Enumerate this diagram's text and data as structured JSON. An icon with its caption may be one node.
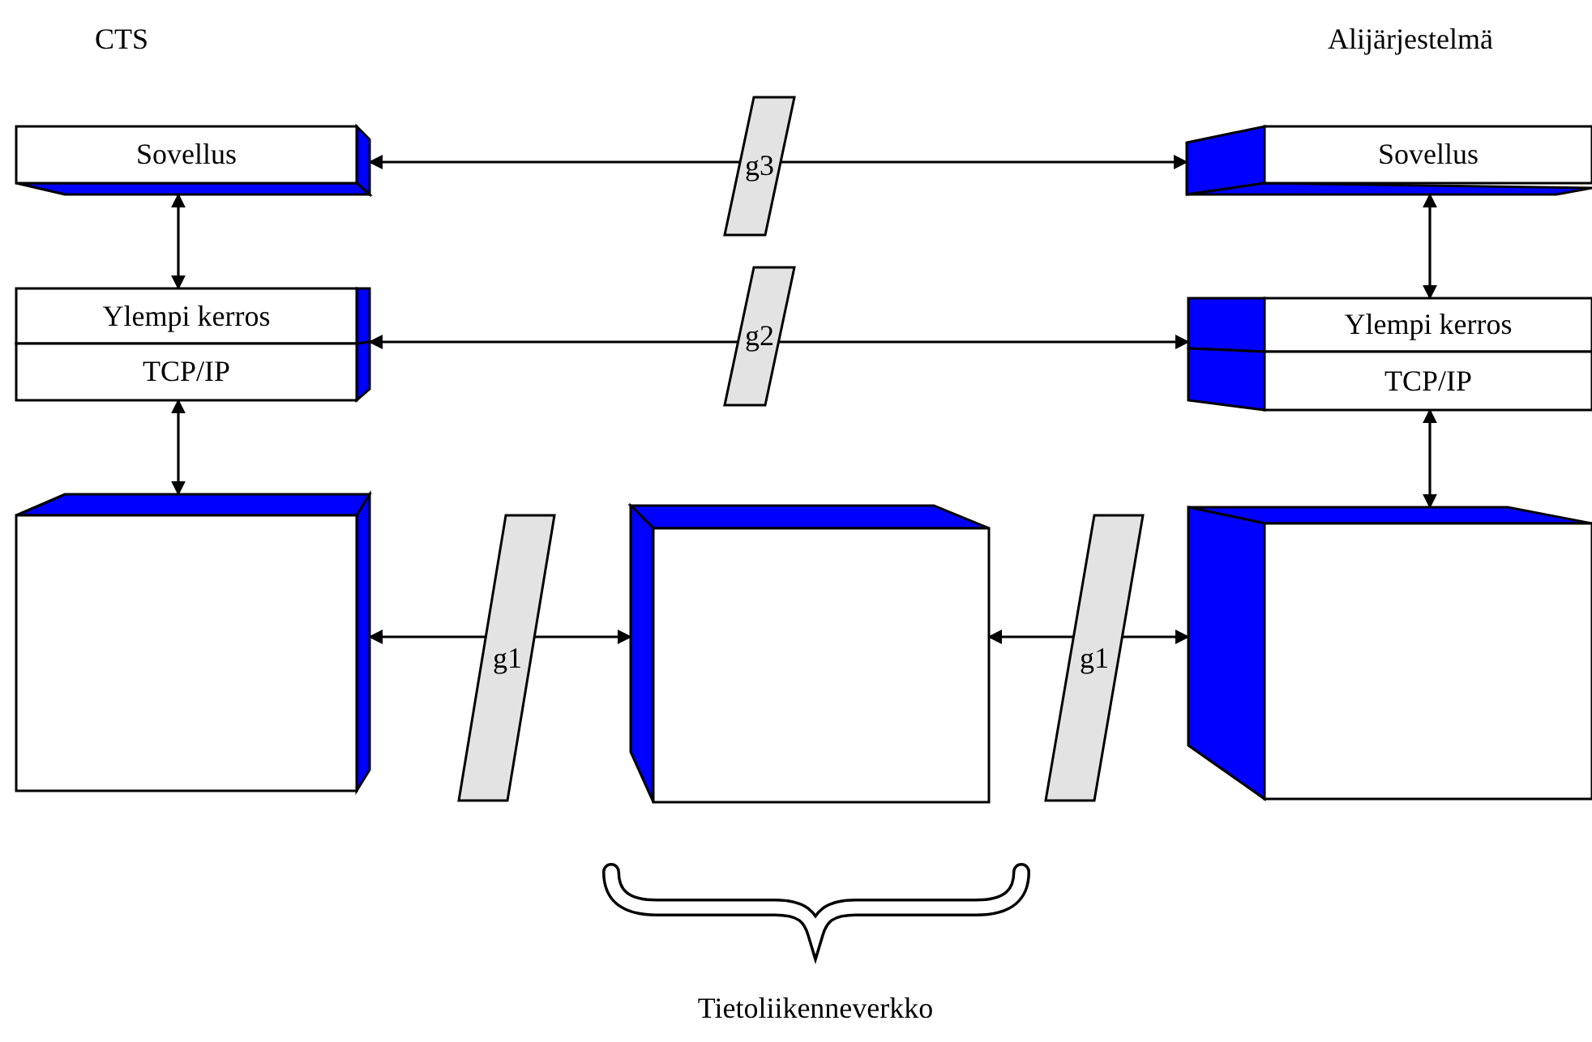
{
  "diagram": {
    "nodes": [
      {
        "text": [
          "Sovellus"
        ]
      },
      {
        "text": [
          "g3"
        ]
      },
      {
        "text": [
          "Sovellus"
        ]
      },
      {
        "text": [
          "Ylempi kerros"
        ]
      },
      {
        "text": [
          "g2"
        ]
      },
      {
        "text": [
          "Ylempi kerros"
        ]
      },
      {
        "text": [
          "TCP/IP"
        ]
      },
      {
        "text": [
          "TCP/IP"
        ]
      },
      {
        "text": [],
        "shape": "box"
      },
      {
        "text": [
          "g1"
        ]
      },
      {
        "text": [],
        "shape": "box"
      },
      {
        "text": [
          "g1"
        ]
      },
      {
        "text": [],
        "shape": "box"
      }
    ],
    "edges": [
      {
        "from": 1,
        "to": 0,
        "arrow": "to"
      },
      {
        "from": 1,
        "to": 2,
        "arrow": "to"
      },
      {
        "from": 0,
        "to": 3,
        "arrow": "both"
      },
      {
        "from": 2,
        "to": 5,
        "arrow": "both"
      },
      {
        "from": 4,
        "to": 3,
        "arrow": "to"
      },
      {
        "from": 4,
        "to": 5,
        "arrow": "to"
      },
      {
        "from": 6,
        "to": 8,
        "arrow": "both"
      },
      {
        "from": 7,
        "to": 12,
        "arrow": "both"
      },
      {
        "from": 9,
        "to": 8,
        "arrow": "to"
      },
      {
        "from": 9,
        "to": 10,
        "arrow": "to"
      },
      {
        "from": 11,
        "to": 10,
        "arrow": "to"
      },
      {
        "from": 11,
        "to": 12,
        "arrow": "to"
      }
    ],
    "labels": [
      "CTS",
      "Alijärjestelmä",
      "Tietoliikenneverkko"
    ]
  }
}
